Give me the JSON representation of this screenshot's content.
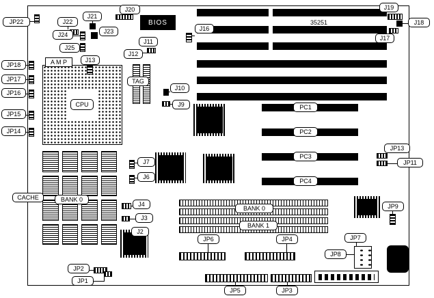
{
  "board": {
    "part_number": "35251",
    "labels": {
      "jp22": "JP22",
      "j22": "J22",
      "j21": "J21",
      "j20": "J20",
      "bios": "BIOS",
      "j24": "J24",
      "j23": "J23",
      "j25": "J25",
      "j16": "J16",
      "j11": "J11",
      "j12": "J12",
      "j19": "J19",
      "j18": "J18",
      "j17": "J17",
      "jp18": "JP18",
      "jp17": "JP17",
      "jp16": "JP16",
      "jp15": "JP15",
      "jp14": "JP14",
      "amp": "A M P",
      "j13": "J13",
      "tag": "TAG",
      "cpu": "CPU",
      "j10": "J10",
      "j9": "J9",
      "pc1": "PC1",
      "pc2": "PC2",
      "pc3": "PC3",
      "pc4": "PC4",
      "jp13": "JP13",
      "jp11": "JP11",
      "cache": "CACHE",
      "bank0_cache": "BANK 0",
      "j7": "J7",
      "j6": "J6",
      "j4": "J4",
      "j3": "J3",
      "j2": "J2",
      "bank0": "BANK 0",
      "bank1": "BANK 1",
      "jp6": "JP6",
      "jp4": "JP4",
      "jp9": "JP9",
      "jp7": "JP7",
      "jp8": "JP8",
      "jp2": "JP2",
      "jp1": "JP1",
      "jp5": "JP5",
      "jp3": "JP3"
    }
  }
}
